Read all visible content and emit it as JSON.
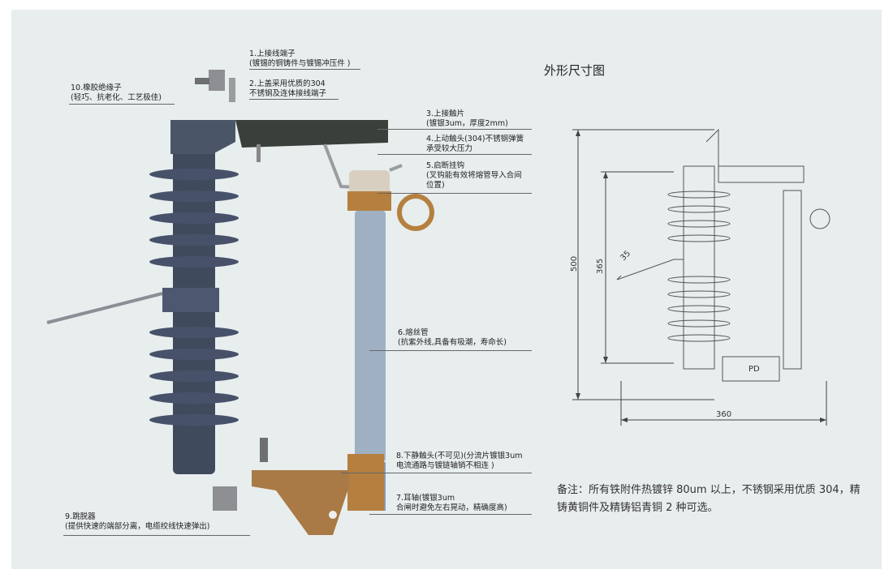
{
  "callouts": [
    {
      "id": "c1",
      "lines": [
        "1.上接线端子",
        "(镀锡的铜铸件与镀锡冲压件 )"
      ]
    },
    {
      "id": "c2",
      "lines": [
        "2.上盖采用优质的304",
        "不锈钢及连体接线端子"
      ]
    },
    {
      "id": "c3",
      "lines": [
        "3.上接触片",
        "(镀银3um，厚度2mm)"
      ]
    },
    {
      "id": "c4",
      "lines": [
        "4.上动触头(304)不锈钢弹簧",
        "承受较大压力"
      ]
    },
    {
      "id": "c5",
      "lines": [
        "5.启断挂钩",
        "(叉钩能有效将熔管导入合间",
        "位置)"
      ]
    },
    {
      "id": "c6",
      "lines": [
        "6.熔丝管",
        "(抗紫外线,具备有吸潮，寿命长)"
      ]
    },
    {
      "id": "c7",
      "lines": [
        "7.耳轴(镀银3um",
        "合闸时避免左右晃动，精确度高)"
      ]
    },
    {
      "id": "c8",
      "lines": [
        "8.下静触头(不可见)(分流片镀银3um",
        "电流通路与镀链轴销不相连 )"
      ]
    },
    {
      "id": "c9",
      "lines": [
        "9.跳脱器",
        "(提供快速的端部分离，电缆绞线快速弹出)"
      ]
    },
    {
      "id": "c10",
      "lines": [
        "10.橡胶绝缘子",
        "(轻巧、抗老化、工艺极佳)"
      ]
    }
  ],
  "dimension_drawing": {
    "title": "外形尺寸图",
    "dims": {
      "overall_height": "500",
      "inner_height": "365",
      "width": "360",
      "angle": "35",
      "mark": "PD"
    }
  },
  "note": "备注：所有铁附件热镀锌 80um 以上，不锈钢采用优质 304，精铸黄铜件及精铸铝青铜 2 种可选。",
  "colors": {
    "panel_bg": "#e8edee",
    "insulator": "#3f4a5c",
    "brass": "#b5803f",
    "tube": "#9fb0c2"
  }
}
